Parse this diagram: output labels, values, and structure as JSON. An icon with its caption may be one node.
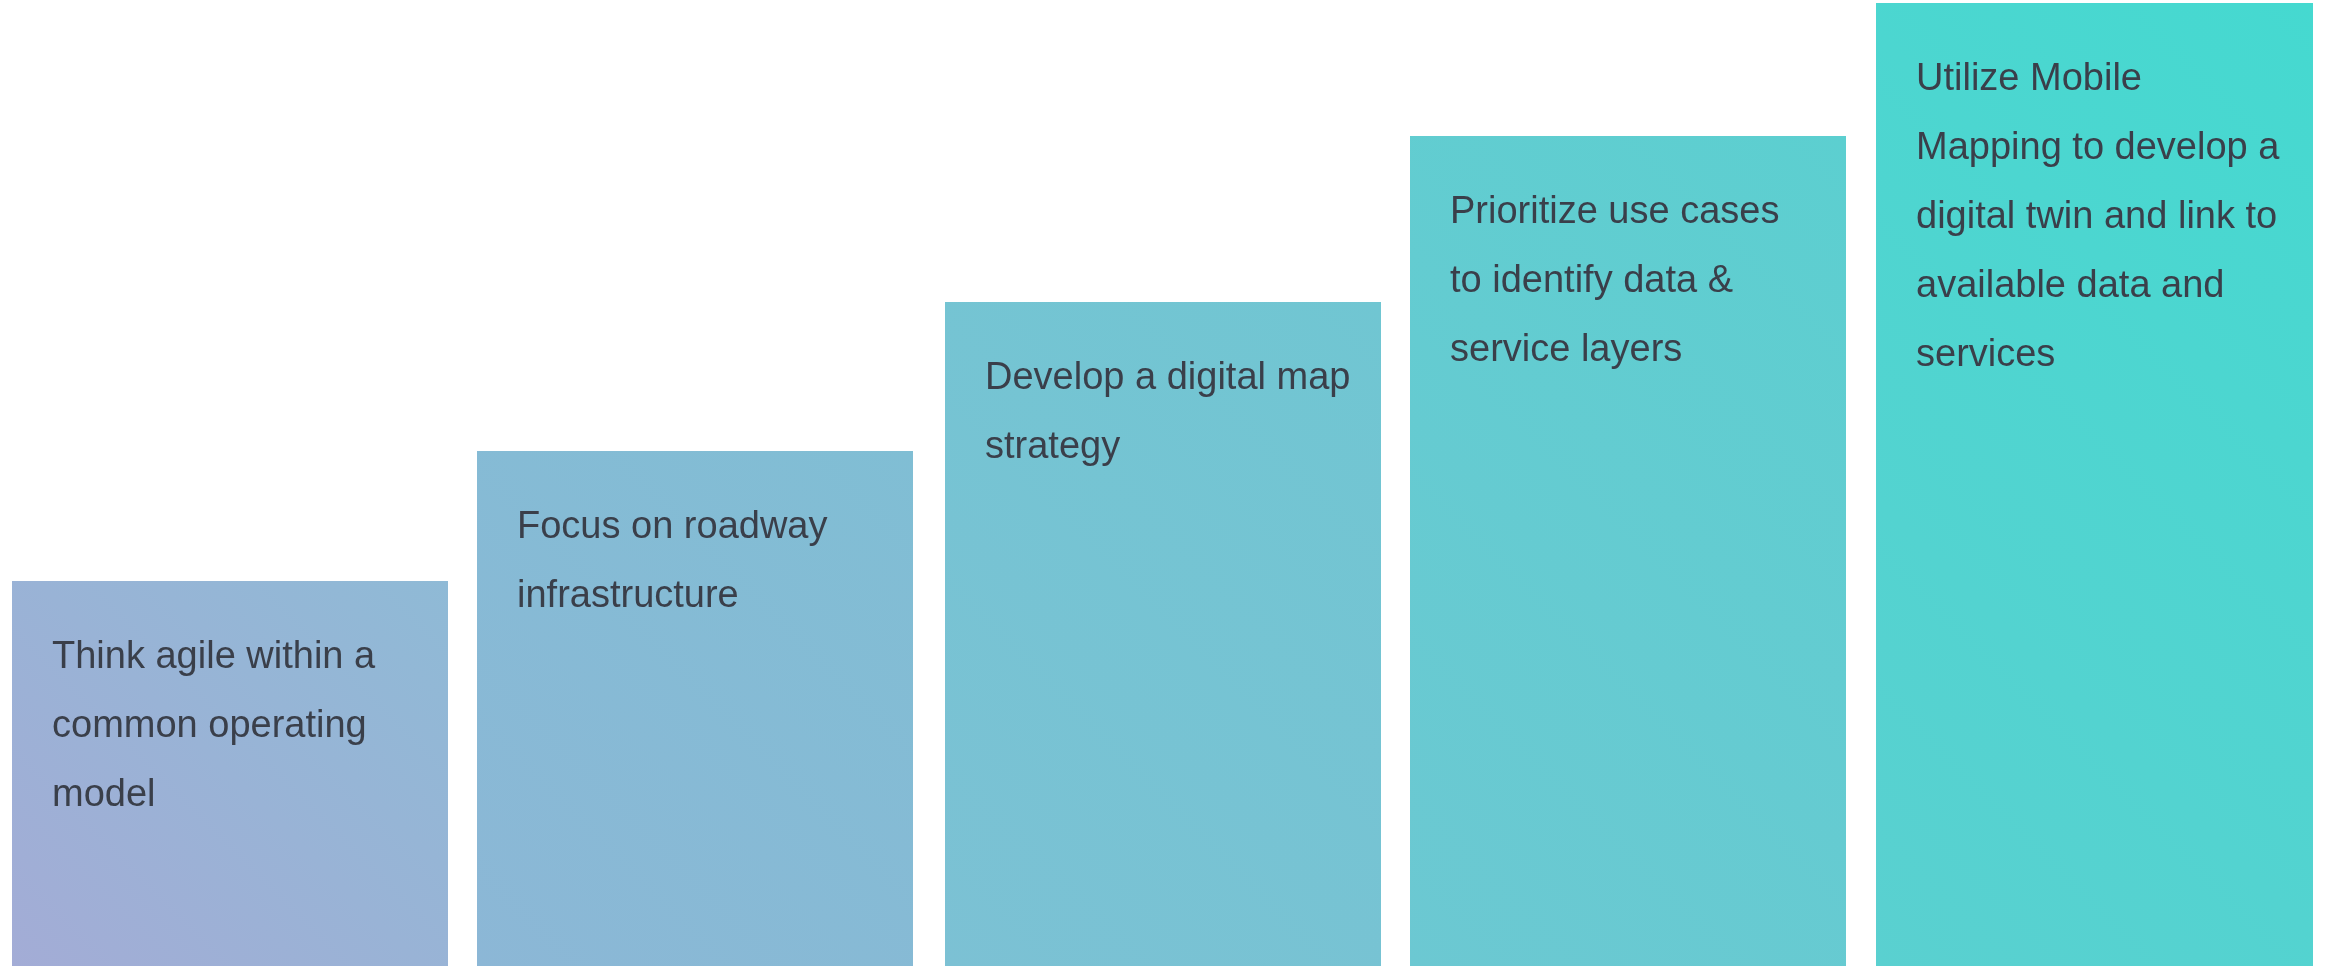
{
  "diagram": {
    "nodes": [
      {
        "text": [
          "Think agile within a common operating model"
        ]
      },
      {
        "text": [
          "Focus on roadway infrastructure"
        ]
      },
      {
        "text": [
          "Develop a digital map strategy"
        ]
      },
      {
        "text": [
          "Prioritize use cases to identify data & service layers"
        ]
      },
      {
        "text": [
          "Utilize Mobile Mapping to develop a digital twin and link to available data and services"
        ]
      }
    ]
  }
}
